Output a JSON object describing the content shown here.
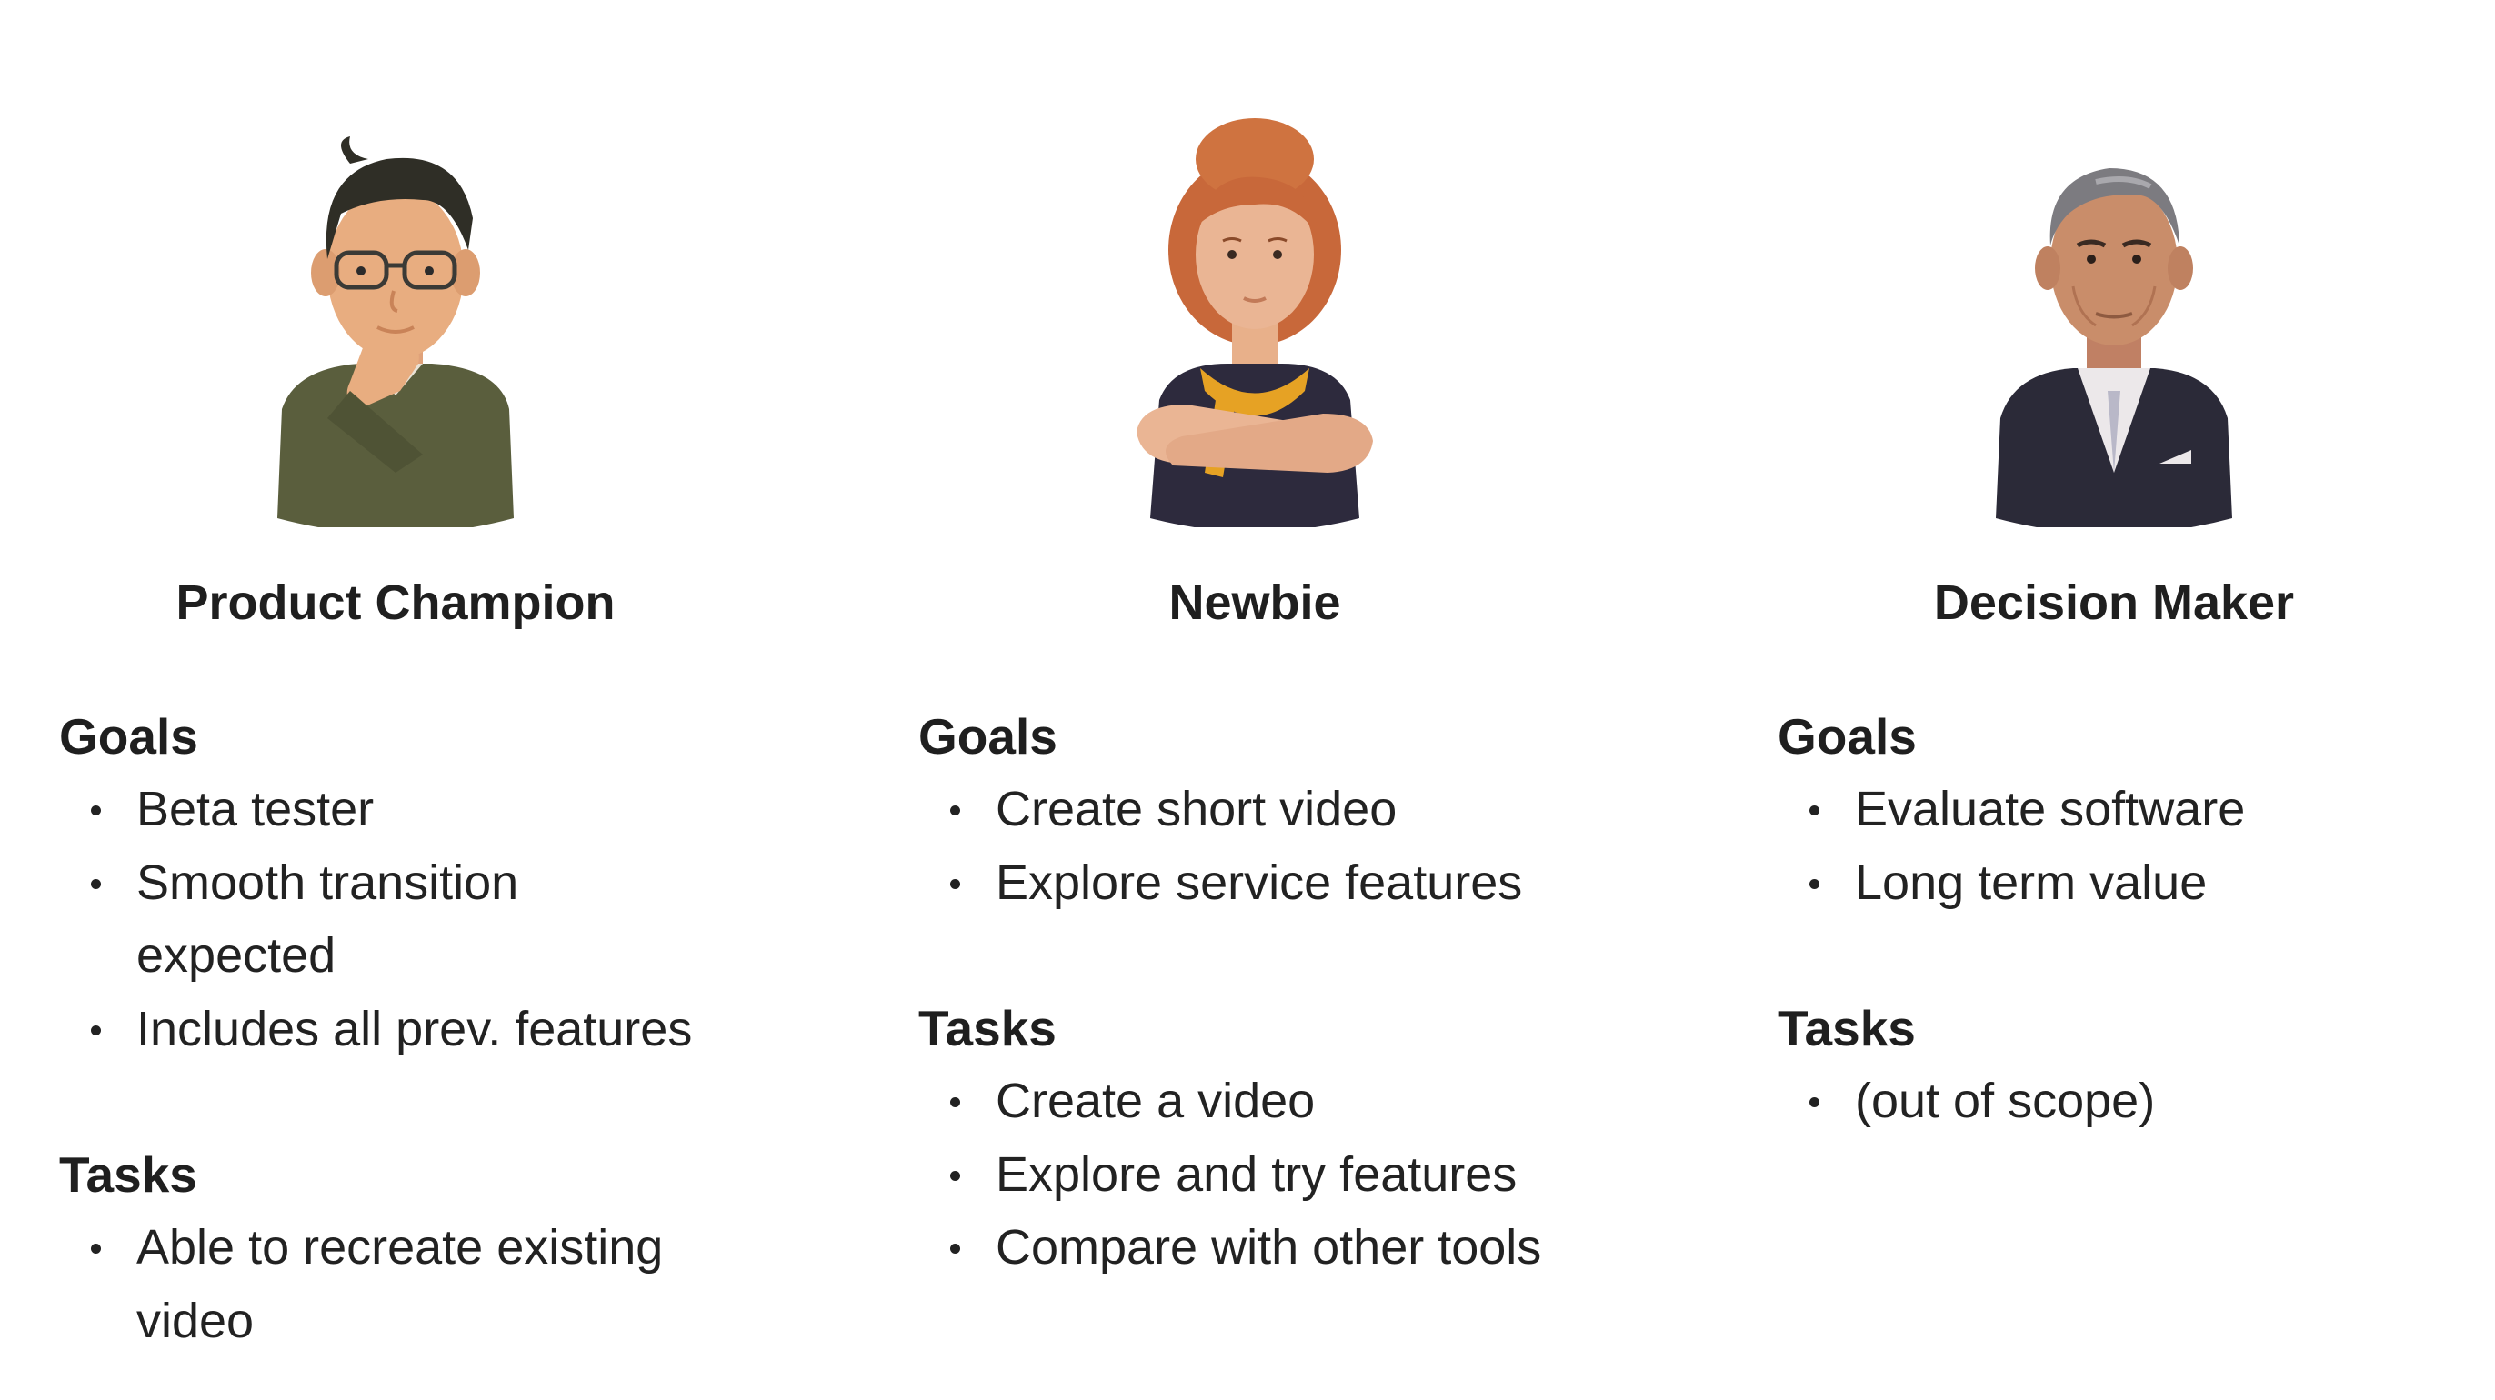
{
  "personas": [
    {
      "name": "Product Champion",
      "avatar_icon": "man-with-glasses-thinking-icon",
      "goals_title": "Goals",
      "goals": [
        "Beta tester",
        "Smooth transition expected",
        "Includes all prev. features"
      ],
      "tasks_title": "Tasks",
      "tasks": [
        "Able to recreate existing video"
      ]
    },
    {
      "name": "Newbie",
      "avatar_icon": "woman-arms-crossed-icon",
      "goals_title": "Goals",
      "goals": [
        "Create short video",
        "Explore service features"
      ],
      "tasks_title": "Tasks",
      "tasks": [
        "Create a video",
        "Explore and try features",
        "Compare with other tools"
      ]
    },
    {
      "name": "Decision Maker",
      "avatar_icon": "businessman-in-suit-icon",
      "goals_title": "Goals",
      "goals": [
        "Evaluate software",
        "Long term value"
      ],
      "tasks_title": "Tasks",
      "tasks": [
        "(out of scope)"
      ]
    }
  ],
  "colors": {
    "text": "#222222",
    "skin_light": "#e8b08a",
    "hair_dark": "#2f2e26",
    "sweater_olive": "#5a5e3d",
    "hair_auburn": "#c8683a",
    "top_navy": "#2d2a3d",
    "scarf_gold": "#e6a224",
    "skin_tan": "#c98d6a",
    "hair_grey": "#7c7b80",
    "suit_dark": "#2b2a38"
  }
}
